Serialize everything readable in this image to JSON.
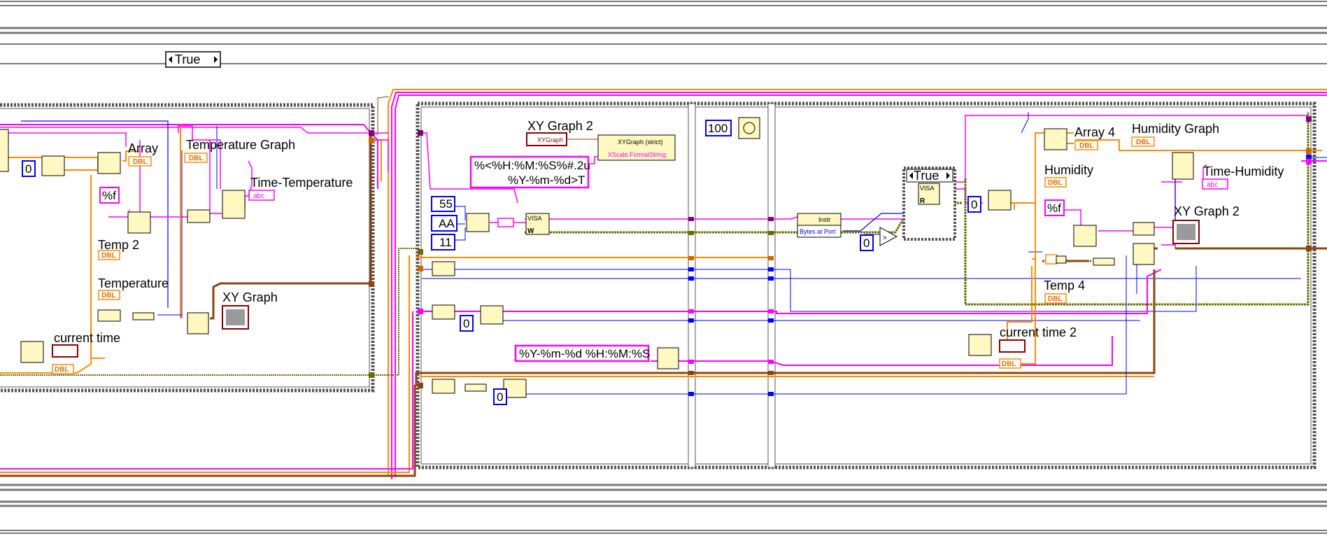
{
  "case_selector": {
    "value": "True"
  },
  "inner_case_selector": {
    "value": "True"
  },
  "labels": {
    "array": "Array",
    "temperature_graph": "Temperature Graph",
    "time_temperature": "Time-Temperature",
    "temp2": "Temp 2",
    "temperature": "Temperature",
    "xy_graph": "XY Graph",
    "current_time": "current time",
    "xy_graph2_top": "XY Graph 2",
    "xygraph_ref": "XYGraph",
    "xygraph_property": "XYGraph (strict)",
    "xscale_format": "XScale.FormatString",
    "instr": "Instr",
    "bytes_at_port": "Bytes at Port",
    "array4": "Array 4",
    "humidity_graph": "Humidity Graph",
    "humidity": "Humidity",
    "time_humidity": "Time-Humidity",
    "xy_graph2_right": "XY Graph 2",
    "temp4": "Temp 4",
    "current_time2": "current time 2"
  },
  "constants": {
    "zero_a": "0",
    "pct_f_a": "%f",
    "time_format": "%<%H:%M:%S%#.2u",
    "date_format": "%Y-%m-%d>T",
    "hex_55": "55",
    "hex_aa": "AA",
    "hex_11": "11",
    "zero_b": "0",
    "datetime_format": "%Y-%m-%d %H:%M:%S",
    "zero_c": "0",
    "wait_ms": "100",
    "zero_d": "0",
    "zero_e": "0",
    "pct_f_b": "%f"
  },
  "indicator_tags": {
    "dbl": "DBL",
    "abc": "abc",
    "visa": "VISA",
    "r": "R",
    "w": "W"
  },
  "colors": {
    "wire_pink": "#ff00ff",
    "wire_orange": "#ff8c00",
    "wire_blue": "#0000ff",
    "wire_brown": "#8b4513",
    "wire_olive": "#6b6b00",
    "frame_gray": "#7a7a7a",
    "node_fill": "#fff8c0"
  }
}
